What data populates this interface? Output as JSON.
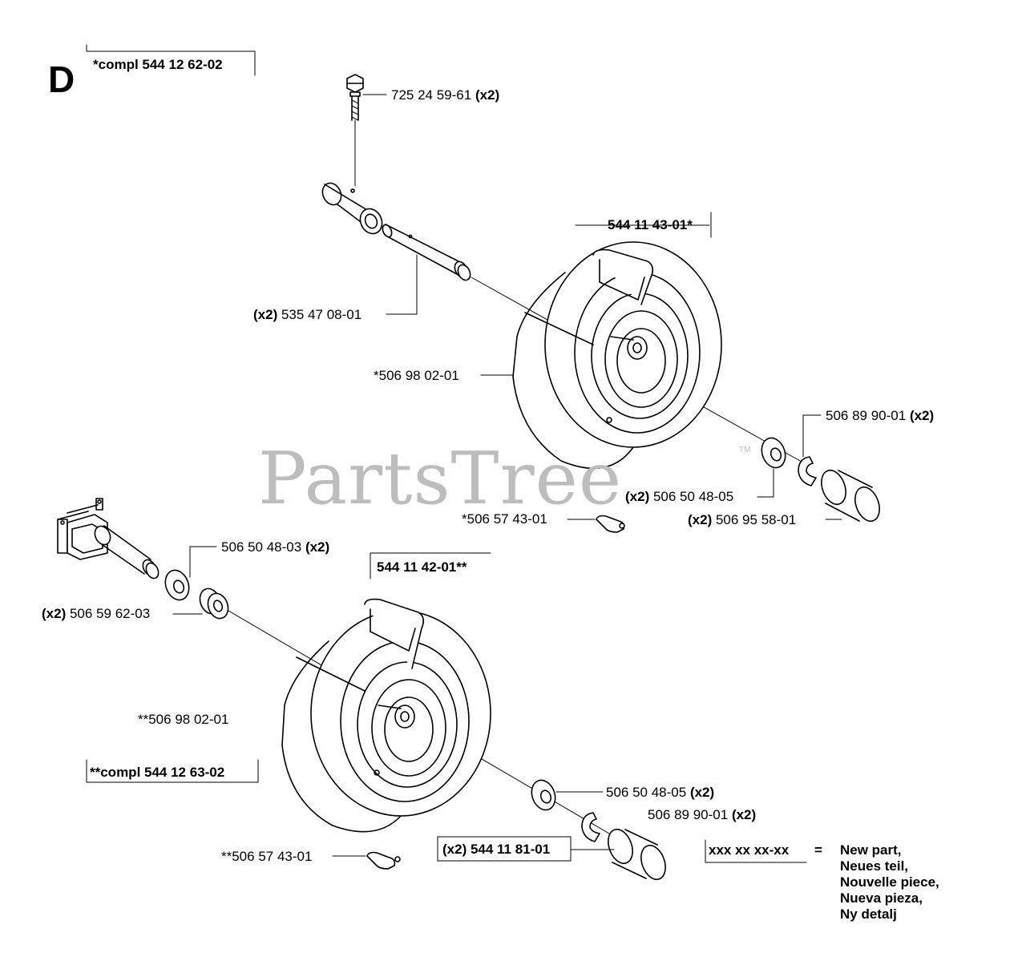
{
  "section_letter": "D",
  "watermark": {
    "text": "PartsTree",
    "tm": "TM"
  },
  "assemblies": {
    "top_compl": "*compl 544 12 62-02",
    "bottom_compl": "**compl 544 12 63-02",
    "wheel_top": "544 11 43-01*",
    "wheel_bottom": "544 11 42-01**",
    "axle_kit": "(x2) 544 11 81-01"
  },
  "parts": {
    "bolt": {
      "number": "725 24 59-61",
      "qty": "(x2)"
    },
    "axle": {
      "qty": "(x2)",
      "number": "535 47 08-01"
    },
    "tire_top": {
      "number": "*506 98 02-01"
    },
    "clip_top": {
      "number": "506 89 90-01",
      "qty": "(x2)"
    },
    "washer_top": {
      "qty": "(x2)",
      "number": "506 50 48-05"
    },
    "grease_top": {
      "number": "*506 57 43-01"
    },
    "cap_top": {
      "qty": "(x2)",
      "number": "506 95 58-01"
    },
    "washer_shaft": {
      "number": "506 50 48-03",
      "qty": "(x2)"
    },
    "bushing": {
      "qty": "(x2)",
      "number": "506 59 62-03"
    },
    "tire_bottom": {
      "number": "**506 98 02-01"
    },
    "washer_bottom": {
      "number": "506 50 48-05",
      "qty": "(x2)"
    },
    "clip_bottom": {
      "number": "506 89 90-01",
      "qty": "(x2)"
    },
    "grease_bottom": {
      "number": "**506 57 43-01"
    }
  },
  "legend": {
    "code": "xxx xx xx-xx",
    "equals": "=",
    "lines": [
      "New part,",
      "Neues teil,",
      "Nouvelle piece,",
      "Nueva pieza,",
      "Ny detalj"
    ]
  }
}
